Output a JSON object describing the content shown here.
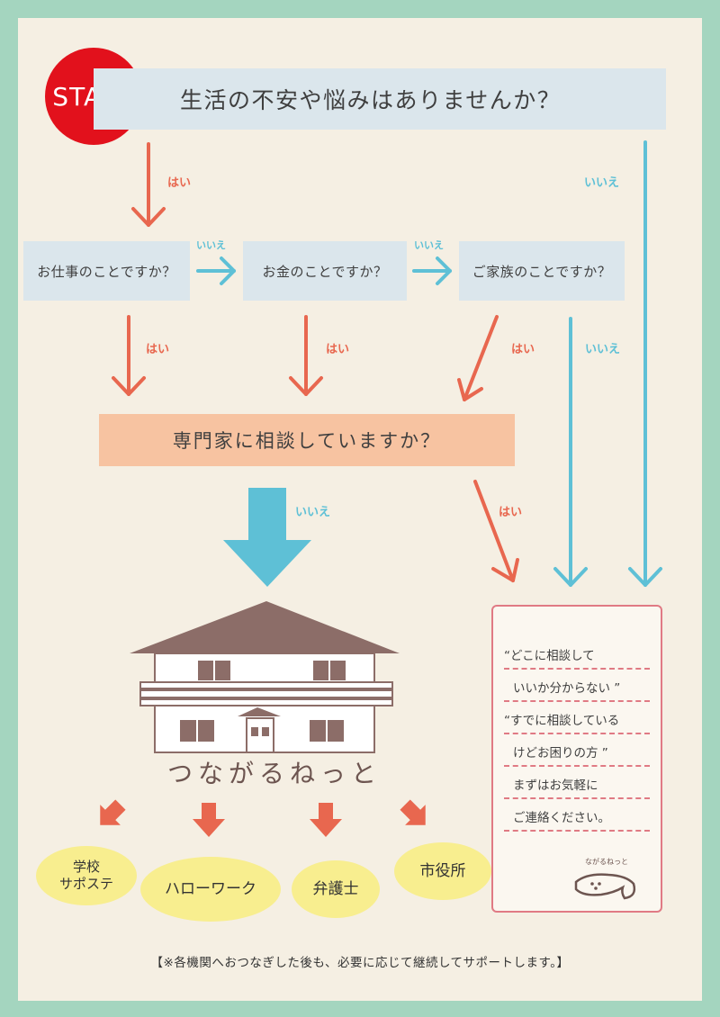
{
  "start_label": "START",
  "questions": {
    "main": "生活の不安や悩みはありませんか？",
    "work": "お仕事のことですか？",
    "money": "お金のことですか？",
    "family": "ご家族のことですか？",
    "expert": "専門家に相談していますか？"
  },
  "answers": {
    "yes": "はい",
    "no": "いいえ"
  },
  "network_name": "つながるねっと",
  "organizations": {
    "school_line1": "学校",
    "school_line2": "サポステ",
    "hellowork": "ハローワーク",
    "lawyer": "弁護士",
    "city": "市役所"
  },
  "info_box": {
    "lines": [
      "“どこに相談して",
      "いいか分からない ”",
      "“すでに相談している",
      "けどお困りの方 ”",
      "まずはお気軽に",
      "ご連絡ください。"
    ],
    "logo_text": "ながるねっと"
  },
  "footer": "【※各機関へおつなぎした後も、必要に応じて継続してサポートします。】",
  "colors": {
    "frame": "#a4d5bf",
    "background": "#f5efe3",
    "question_box": "#dbe6ec",
    "expert_box": "#f7c3a1",
    "yes_arrow": "#e8674f",
    "no_arrow": "#5ec0d6",
    "start_badge": "#e2111c",
    "house_roof": "#8c6d68",
    "org_oval": "#f8ee8f"
  }
}
